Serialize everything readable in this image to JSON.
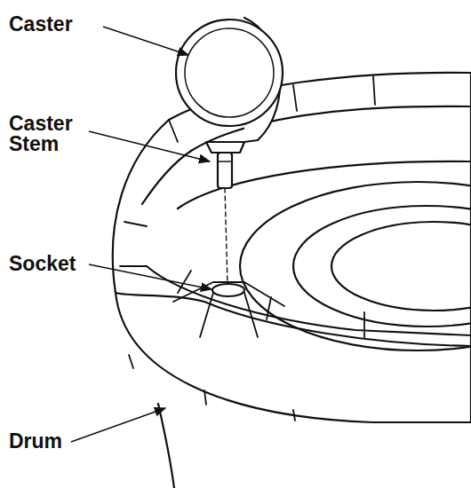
{
  "diagram": {
    "labels": [
      "Caster",
      "Caster Stem",
      "Socket",
      "Drum"
    ]
  }
}
